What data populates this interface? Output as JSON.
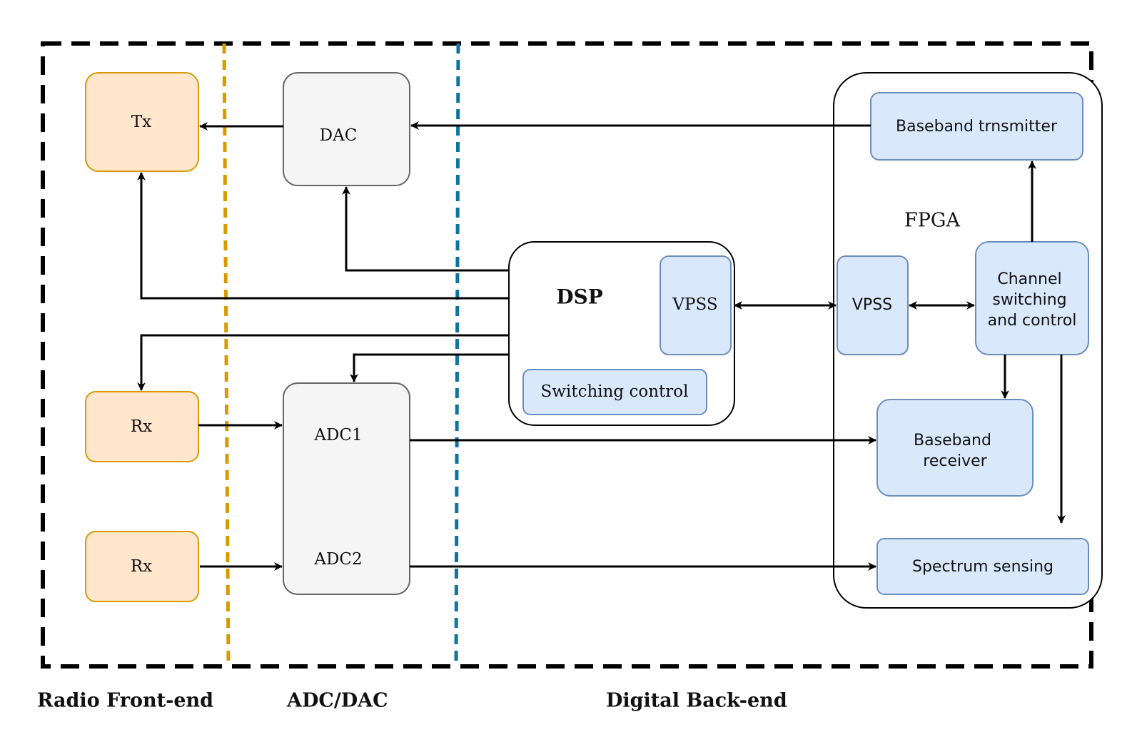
{
  "colors": {
    "frame": "#000000",
    "radio_divider": "#d79b00",
    "digital_divider": "#10739e",
    "radio_fill": "#ffe6cc",
    "radio_stroke": "#d79b00",
    "converter_fill": "#f5f5f5",
    "converter_stroke": "#666666",
    "digital_fill": "#dae8fc",
    "digital_stroke": "#6c8ebf",
    "container_fill": "#ffffff",
    "container_stroke": "#000000"
  },
  "blocks": {
    "tx": "Tx",
    "dac": "DAC",
    "rx1": "Rx",
    "rx2": "Rx",
    "adc1": "ADC1",
    "adc2": "ADC2",
    "dsp": "DSP",
    "dsp_vpss": "VPSS",
    "switching_control": "Switching control",
    "fpga": "FPGA",
    "fpga_vpss": "VPSS",
    "baseband_transmitter": "Baseband trnsmitter",
    "channel_switching": [
      "Channel",
      "switching",
      "and control"
    ],
    "baseband_receiver": [
      "Baseband",
      "receiver"
    ],
    "spectrum_sensing": "Spectrum sensing"
  },
  "sections": {
    "radio": "Radio Front-end",
    "adc_dac": "ADC/DAC",
    "digital": "Digital Back-end"
  }
}
